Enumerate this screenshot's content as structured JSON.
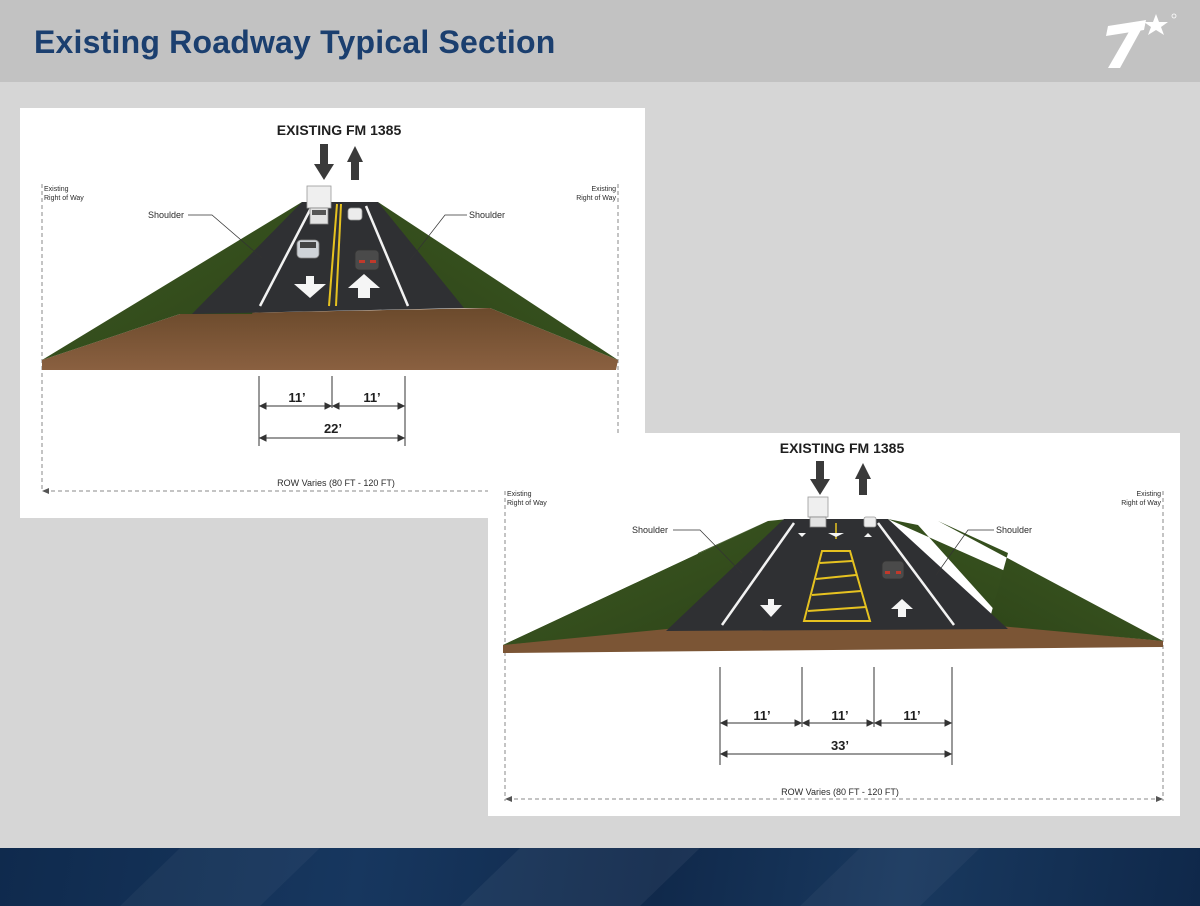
{
  "slide": {
    "title": "Existing Roadway Typical Section"
  },
  "section_a": {
    "road_name": "EXISTING FM 1385",
    "left_row_label_line1": "Existing",
    "left_row_label_line2": "Right of Way",
    "right_row_label_line1": "Existing",
    "right_row_label_line2": "Right of Way",
    "shoulder_left": "Shoulder",
    "shoulder_right": "Shoulder",
    "lane_widths": [
      "11’",
      "11’"
    ],
    "total_width": "22’",
    "row_text": "ROW Varies  (80 FT  -  120 FT)"
  },
  "section_b": {
    "road_name": "EXISTING FM 1385",
    "left_row_label_line1": "Existing",
    "left_row_label_line2": "Right of Way",
    "right_row_label_line1": "Existing",
    "right_row_label_line2": "Right of Way",
    "shoulder_left": "Shoulder",
    "shoulder_right": "Shoulder",
    "lane_widths": [
      "11’",
      "11’",
      "11’"
    ],
    "total_width": "33’",
    "row_text": "ROW Varies  (80 FT  -  120 FT)"
  }
}
